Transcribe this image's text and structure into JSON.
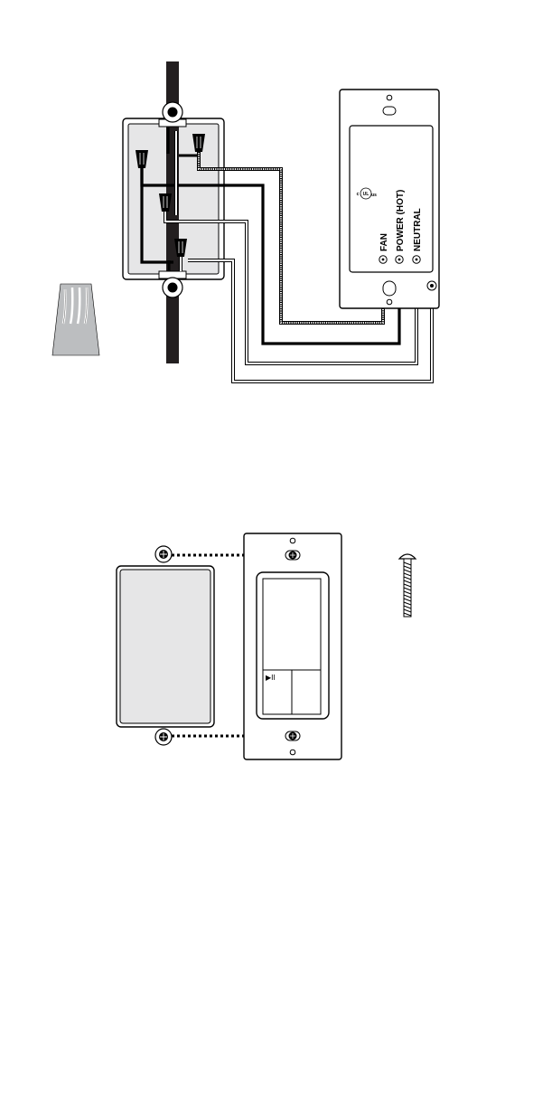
{
  "wiring_diagram": {
    "terminals": {
      "fan": "FAN",
      "power_hot": "POWER (HOT)",
      "neutral": "NEUTRAL"
    },
    "certification": {
      "c": "c",
      "ul": "UL",
      "us": "us"
    }
  },
  "mounting_diagram": {
    "play_pause_symbol": "▶II"
  }
}
